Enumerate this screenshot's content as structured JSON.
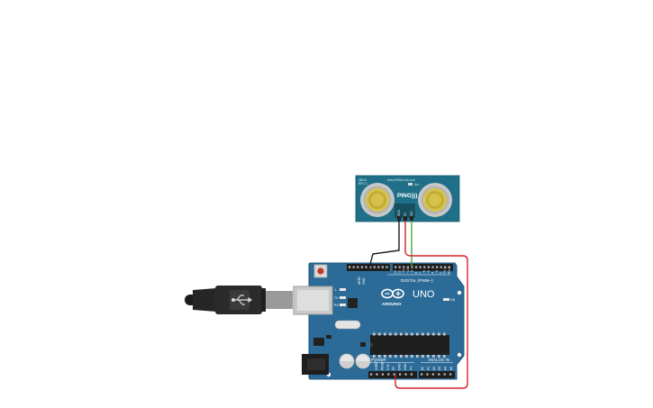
{
  "sensor": {
    "brand_line": "www.PARALLAX.com",
    "model": "PING)))",
    "rev": "28015",
    "rev_sub": "REV C",
    "act_label": "Act",
    "pin_labels": [
      "GND",
      "5V",
      "SIG"
    ]
  },
  "arduino": {
    "board_name": "UNO",
    "brand": "ARDUINO",
    "header_digital": "DIGITAL (PWM~)",
    "header_power": "POWER",
    "header_analog": "ANALOG IN",
    "led_l": "L",
    "led_tx": "TX",
    "led_rx": "RX",
    "on_label": "ON",
    "top_pin_left_labels": [
      "AREF",
      "GND"
    ],
    "top_pin_numbers": [
      "13",
      "12",
      "~11",
      "~10",
      "~9",
      "8",
      "7",
      "~6",
      "~5",
      "4",
      "~3",
      "2",
      "TX 1",
      "RX 0"
    ],
    "power_pin_labels": [
      "IOREF",
      "RESET",
      "3.3V",
      "5V",
      "GND",
      "GND",
      "Vin"
    ],
    "analog_pin_labels": [
      "A0",
      "A1",
      "A2",
      "A3",
      "A4",
      "A5"
    ]
  },
  "colors": {
    "pcb_blue": "#2c6b97",
    "sensor_teal": "#1f6f89",
    "wire_black": "#1b1b1b",
    "wire_red": "#d2232a",
    "wire_green": "#47a83a"
  }
}
